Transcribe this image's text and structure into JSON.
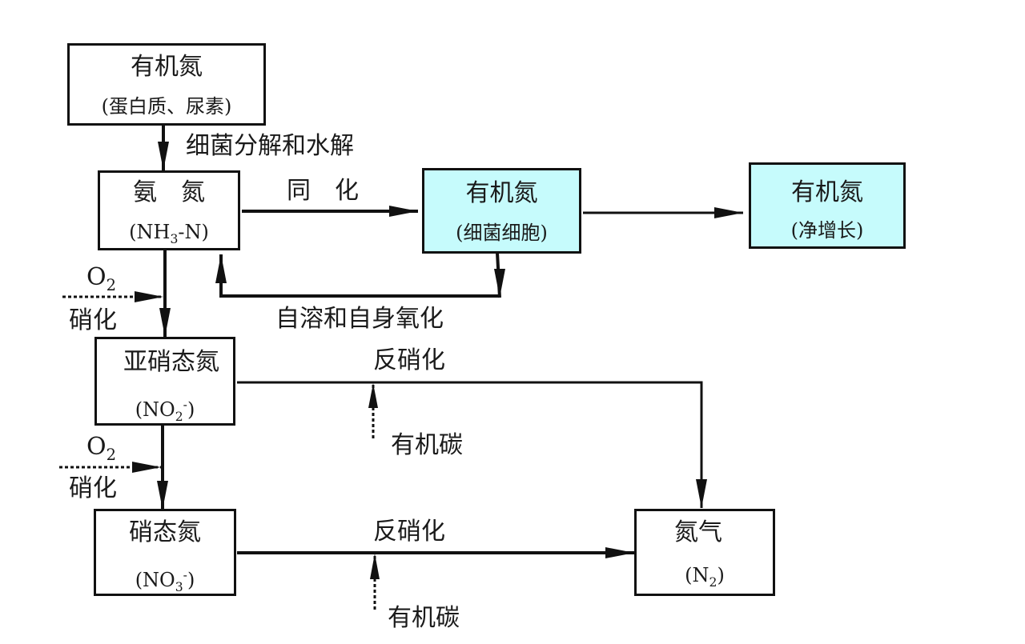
{
  "diagram": {
    "type": "flowchart",
    "title": "Nitrogen transformation in wastewater treatment",
    "nodes": {
      "organic_n": {
        "title": "有机氮",
        "subtitle": "(蛋白质、尿素)"
      },
      "ammonia_n": {
        "title": "氨　氮",
        "subtitle_pre": "(NH",
        "subtitle_sub": "3",
        "subtitle_post": "-N)"
      },
      "bacterial_organic_n": {
        "title": "有机氮",
        "subtitle": "(细菌细胞)",
        "fill": "#c6fbfc"
      },
      "net_growth_organic_n": {
        "title": "有机氮",
        "subtitle": "(净增长)",
        "fill": "#c6fbfc"
      },
      "nitrite_n": {
        "title": "亚硝态氮",
        "subtitle_pre": "(NO",
        "subtitle_sub": "2",
        "subtitle_sup": "-",
        "subtitle_post": ")"
      },
      "nitrate_n": {
        "title": "硝态氮",
        "subtitle_pre": "(NO",
        "subtitle_sub": "3",
        "subtitle_sup": "-",
        "subtitle_post": ")"
      },
      "nitrogen_gas": {
        "title": "氮气",
        "subtitle_pre": "(N",
        "subtitle_sub": "2",
        "subtitle_post": ")"
      }
    },
    "edge_labels": {
      "hydrolysis": "细菌分解和水解",
      "assimilation": "同　化",
      "autolysis": "自溶和自身氧化",
      "o2_1": "O",
      "o2_1_sub": "2",
      "nitrification_1": "硝化",
      "o2_2": "O",
      "o2_2_sub": "2",
      "nitrification_2": "硝化",
      "denitrification_1": "反硝化",
      "organic_carbon_1": "有机碳",
      "denitrification_2": "反硝化",
      "organic_carbon_2": "有机碳"
    },
    "edges": [
      {
        "from": "organic_n",
        "to": "ammonia_n",
        "label": "细菌分解和水解",
        "style": "solid"
      },
      {
        "from": "ammonia_n",
        "to": "bacterial_organic_n",
        "label": "同化",
        "style": "solid"
      },
      {
        "from": "bacterial_organic_n",
        "to": "net_growth_organic_n",
        "style": "solid"
      },
      {
        "from": "bacterial_organic_n",
        "to": "ammonia_n",
        "label": "自溶和自身氧化",
        "style": "solid"
      },
      {
        "from": "ammonia_n",
        "to": "nitrite_n",
        "label": "硝化",
        "input": "O2",
        "style": "solid"
      },
      {
        "from": "nitrite_n",
        "to": "nitrate_n",
        "label": "硝化",
        "input": "O2",
        "style": "solid"
      },
      {
        "from": "nitrite_n",
        "to": "nitrogen_gas",
        "label": "反硝化",
        "input": "有机碳",
        "style": "solid"
      },
      {
        "from": "nitrate_n",
        "to": "nitrogen_gas",
        "label": "反硝化",
        "input": "有机碳",
        "style": "solid"
      }
    ]
  }
}
